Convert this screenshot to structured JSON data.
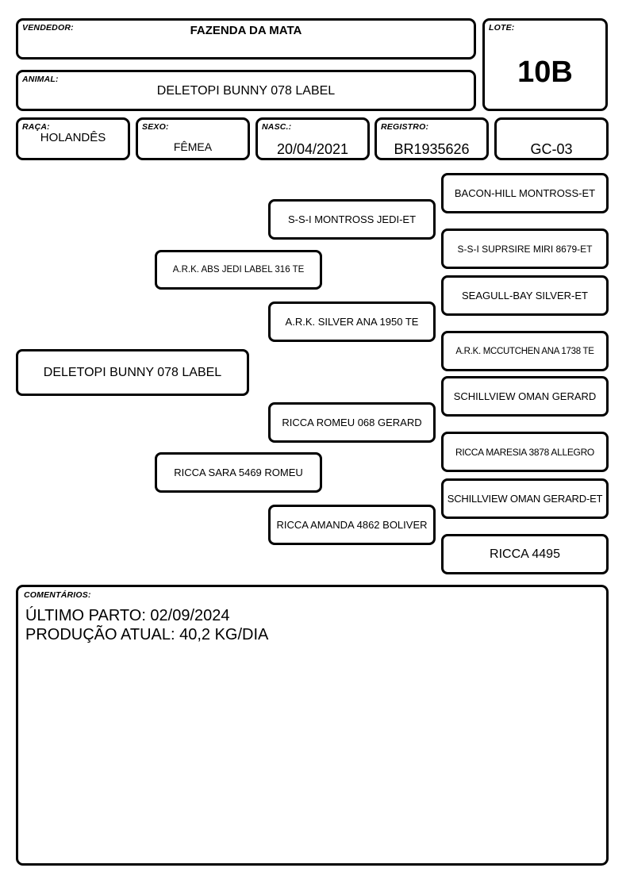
{
  "header": {
    "seller_label": "VENDEDOR:",
    "seller_value": "FAZENDA DA MATA",
    "lot_label": "LOTE:",
    "lot_value": "10B",
    "animal_label": "ANIMAL:",
    "animal_value": "DELETOPI BUNNY 078 LABEL"
  },
  "details": {
    "breed_label": "RAÇA:",
    "breed_value": "HOLANDÊS",
    "sex_label": "SEXO:",
    "sex_value": "FÊMEA",
    "birth_label": "NASC.:",
    "birth_value": "20/04/2021",
    "registry_label": "REGISTRO:",
    "registry_value": "BR1935626",
    "group_value": "GC-03"
  },
  "pedigree": {
    "animal": "DELETOPI BUNNY 078 LABEL",
    "sire": "A.R.K. ABS JEDI LABEL 316 TE",
    "dam": "RICCA SARA 5469 ROMEU",
    "sire_sire": "S-S-I MONTROSS JEDI-ET",
    "sire_dam": "A.R.K. SILVER ANA 1950 TE",
    "dam_sire": "RICCA ROMEU 068 GERARD",
    "dam_dam": "RICCA AMANDA 4862 BOLIVER",
    "ggp": [
      "BACON-HILL MONTROSS-ET",
      "S-S-I SUPRSIRE MIRI 8679-ET",
      "SEAGULL-BAY SILVER-ET",
      "A.R.K. MCCUTCHEN ANA 1738 TE",
      "SCHILLVIEW OMAN GERARD",
      "RICCA MARESIA 3878 ALLEGRO",
      "SCHILLVIEW OMAN GERARD-ET",
      "RICCA 4495"
    ]
  },
  "comments": {
    "label": "COMENTÁRIOS:",
    "lines": [
      "ÚLTIMO PARTO: 02/09/2024",
      "PRODUÇÃO ATUAL: 40,2 KG/DIA"
    ]
  }
}
